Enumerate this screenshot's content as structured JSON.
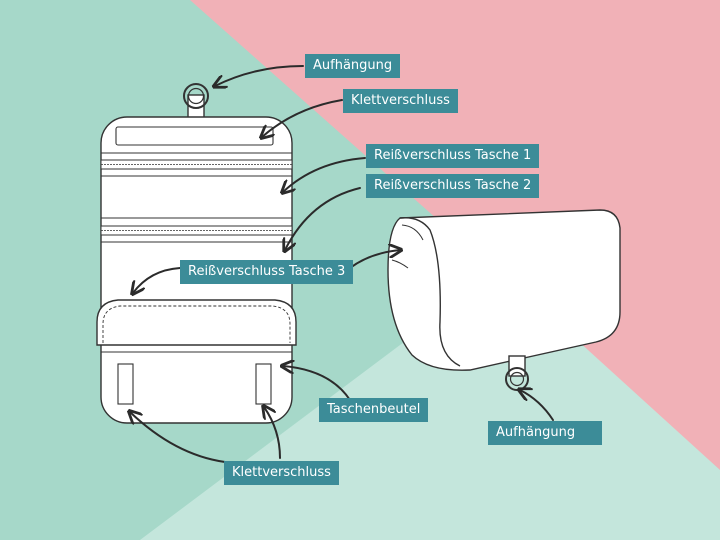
{
  "colors": {
    "background_green": "#a6d8c9",
    "background_pink": "#f1b1b7",
    "background_light_green": "#c4e6dc",
    "label_fill": "#3c8c98",
    "label_text": "#ffffff",
    "outline": "#333333",
    "arrow": "#2b2b2b"
  },
  "labels": {
    "aufhaengung_top": "Aufhängung",
    "klettverschluss_top": "Klettverschluss",
    "reissverschluss_tasche_1": "Reißverschluss Tasche 1",
    "reissverschluss_tasche_2": "Reißverschluss Tasche 2",
    "reissverschluss_tasche_3": "Reißverschluss Tasche 3",
    "taschenbeutel": "Taschenbeutel",
    "klettverschluss_bottom": "Klettverschluss",
    "aufhaengung_bottom": "Aufhängung"
  }
}
